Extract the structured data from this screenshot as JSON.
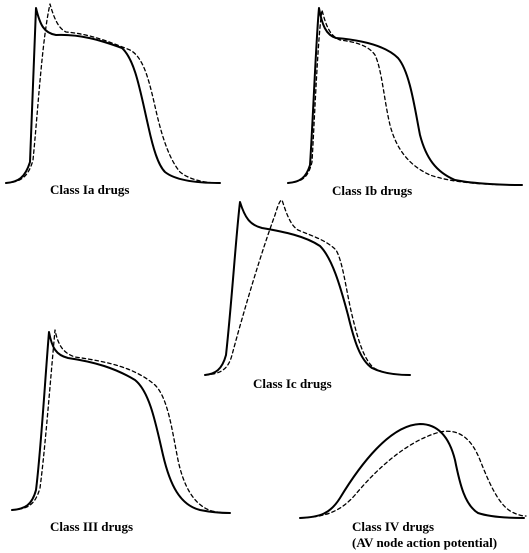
{
  "panels": [
    {
      "id": "class-ia",
      "label": "Class Ia drugs",
      "sublabel": ""
    },
    {
      "id": "class-ib",
      "label": "Class Ib drugs",
      "sublabel": ""
    },
    {
      "id": "class-ic",
      "label": "Class Ic drugs",
      "sublabel": ""
    },
    {
      "id": "class-iii",
      "label": "Class III drugs",
      "sublabel": ""
    },
    {
      "id": "class-iv",
      "label": "Class IV drugs",
      "sublabel": "(AV node action potential)"
    }
  ],
  "legend": {
    "solid_line": "",
    "dashed_line": ""
  },
  "colors": {
    "line": "#000000",
    "background": "#ffffff"
  }
}
